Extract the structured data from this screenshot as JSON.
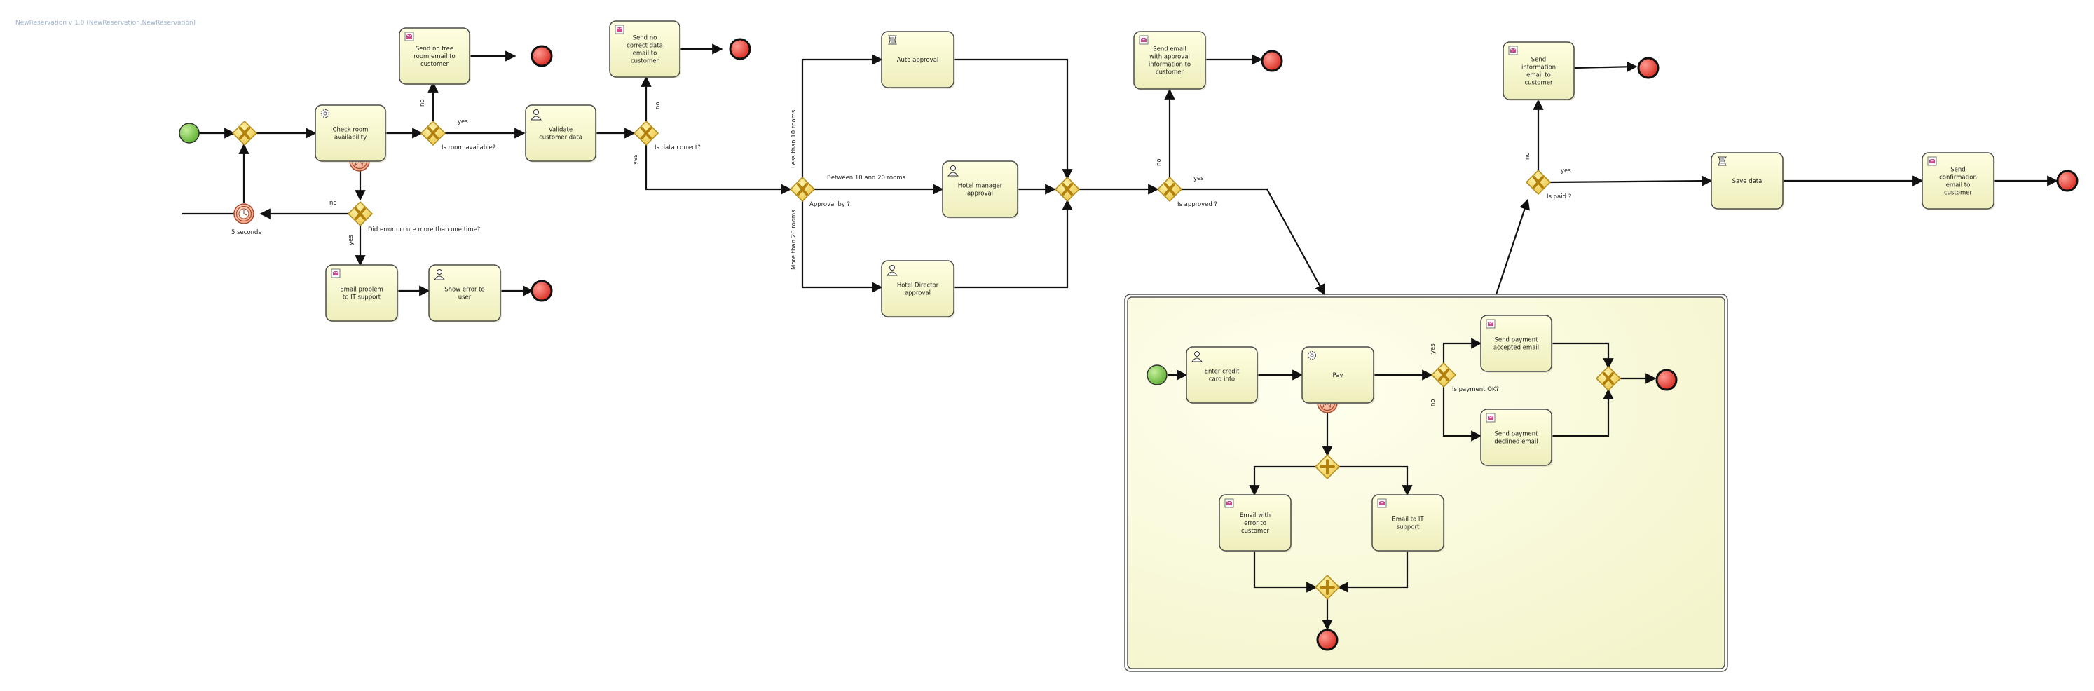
{
  "breadcrumb": "NewReservation v 1.0 (NewReservation.NewReservation)",
  "colors": {
    "task_fill_top": "#ffffdd",
    "task_fill_bottom": "#f2f2c0",
    "task_stroke": "#555555",
    "start_fill": "#8bd15a",
    "end_fill": "#e8443a",
    "gateway_fill": "#f6d65a",
    "gateway_mark": "#c08a10",
    "timer_fill": "#f3a78a",
    "error_fill": "#f3a78a",
    "subprocess_fill": "#fdfde8",
    "edge": "#111111"
  },
  "tasks": {
    "check_room": "Check room\navailability",
    "send_no_free": "Send no free\nroom email to\ncustomer",
    "validate_customer": "Validate\ncustomer data",
    "send_no_correct": "Send no\ncorrect data\nemail to\ncustomer",
    "email_problem": "Email problem\nto IT support",
    "show_error": "Show error to\nuser",
    "auto_approval": "Auto approval",
    "hotel_manager": "Hotel manager\napproval",
    "hotel_director": "Hotel Director\napproval",
    "send_approval_info": "Send email\nwith approval\ninformation to\ncustomer",
    "send_info_email": "Send\ninformation\nemail to\ncustomer",
    "save_data": "Save data",
    "send_confirmation": "Send\nconfirmation\nemail to\ncustomer",
    "enter_card": "Enter credit\ncard info",
    "pay": "Pay",
    "payment_accepted": "Send payment\naccepted email",
    "payment_declined": "Send payment\ndeclined email",
    "email_error_customer": "Email with\nerror to\ncustomer",
    "email_it_support": "Email to IT\nsupport"
  },
  "labels": {
    "timer": "5 seconds",
    "gw_room": "Is room available?",
    "gw_data": "Is data correct?",
    "gw_error": "Did error occure more than one time?",
    "gw_approval": "Approval by ?",
    "gw_approved": "Is approved ?",
    "gw_paid": "Is paid ?",
    "gw_payment_ok": "Is payment OK?",
    "yes": "yes",
    "no": "no",
    "less_than_10": "Less than 10 rooms",
    "between_10_20": "Between 10 and 20 rooms",
    "more_than_20": "More than 20 rooms"
  }
}
